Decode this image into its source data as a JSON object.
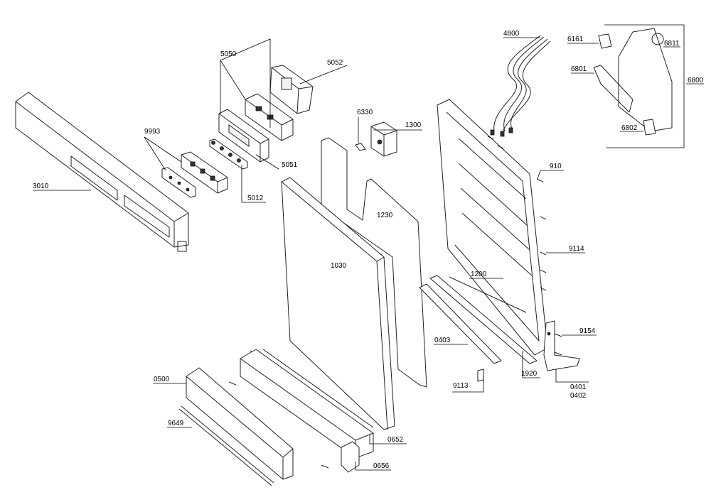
{
  "labels": {
    "p4800": "4800",
    "p6161": "6161",
    "p6811": "6811",
    "p6801": "6801",
    "p6800": "6800",
    "p6802": "6802",
    "p5050": "5050",
    "p5052": "5052",
    "p6330": "6330",
    "p1300": "1300",
    "p9993": "9993",
    "p5051": "5051",
    "p5012": "5012",
    "p3010": "3010",
    "p1230": "1230",
    "p1030": "1030",
    "p910": "910",
    "p9114": "9114",
    "p1200": "1200",
    "p9154": "9154",
    "p0403": "0403",
    "p1920": "1920",
    "p9113": "9113",
    "p0401": "0401",
    "p0402": "0402",
    "p0500": "0500",
    "p9649": "9649",
    "p0652": "0652",
    "p0656": "0656"
  }
}
